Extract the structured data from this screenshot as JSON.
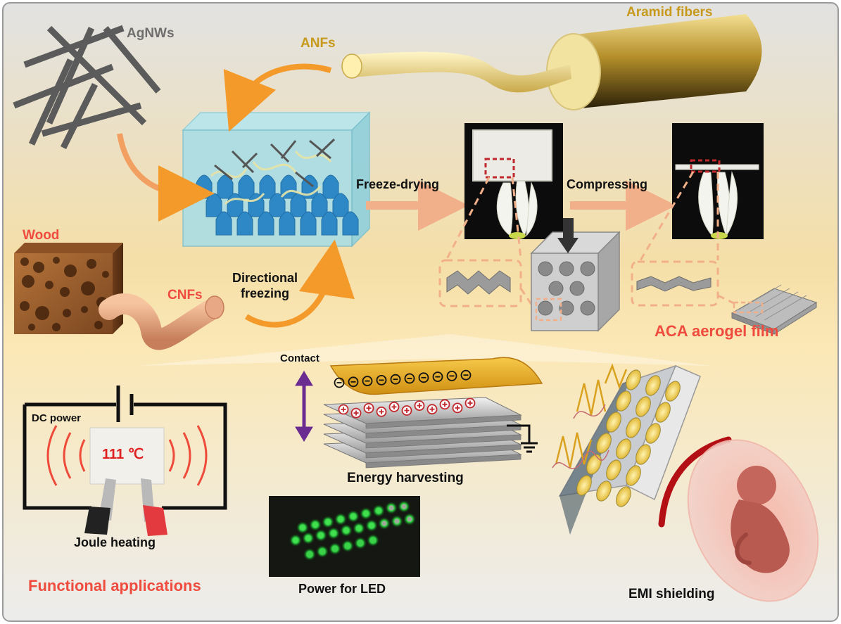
{
  "labels": {
    "agnws": "AgNWs",
    "anfs": "ANFs",
    "aramid_fibers": "Aramid fibers",
    "wood": "Wood",
    "cnfs": "CNFs",
    "directional_freezing": "Directional\nfreezing",
    "freeze_drying": "Freeze-drying",
    "compressing": "Compressing",
    "aca_film": "ACA aerogel film",
    "contact": "Contact",
    "dc_power": "DC power",
    "temperature": "111 ℃",
    "joule_heating": "Joule heating",
    "energy_harvesting": "Energy harvesting",
    "functional_applications": "Functional applications",
    "power_for_led": "Power for LED",
    "emi_shielding": "EMI shielding"
  },
  "colors": {
    "label_red": "#ef4b3f",
    "label_gold": "#c79a1c",
    "label_gray": "#6e6e6e",
    "flow_arrow_orange": "#f39a2b",
    "flow_arrow_peach": "#f2b08a",
    "contact_arrow": "#6a2c91",
    "electrode_gold": "#e0a21e",
    "charge_red": "#c0282d",
    "emi_arc": "#b30f14"
  },
  "icons": {
    "negative_charge": "minus-in-circle",
    "positive_charge": "plus-in-circle",
    "ground": "ground-symbol"
  }
}
